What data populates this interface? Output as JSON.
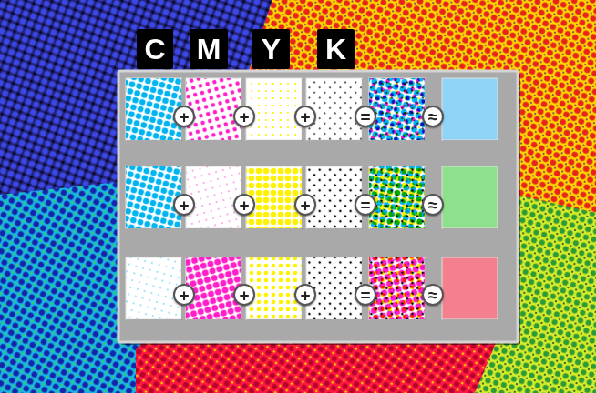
{
  "diagram": {
    "nodes": [
      {
        "text": [
          "C"
        ]
      },
      {
        "text": [
          "M"
        ]
      },
      {
        "text": [
          "Y"
        ]
      },
      {
        "text": [
          "K"
        ]
      },
      {
        "text": [
          "+"
        ]
      },
      {
        "text": [
          "+"
        ]
      },
      {
        "text": [
          "+"
        ]
      },
      {
        "text": [
          "="
        ]
      },
      {
        "text": [
          "≈"
        ]
      },
      {
        "text": [
          "+"
        ]
      },
      {
        "text": [
          "+"
        ]
      },
      {
        "text": [
          "+"
        ]
      },
      {
        "text": [
          "="
        ]
      },
      {
        "text": [
          "≈"
        ]
      },
      {
        "text": [
          "+"
        ]
      },
      {
        "text": [
          "+"
        ]
      },
      {
        "text": [
          "+"
        ]
      },
      {
        "text": [
          "="
        ]
      },
      {
        "text": [
          "≈"
        ]
      }
    ]
  }
}
